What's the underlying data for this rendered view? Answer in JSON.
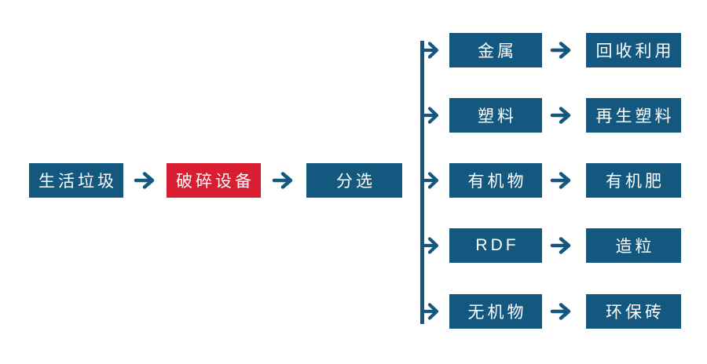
{
  "diagram": {
    "title_semantic": "household-waste-processing-flowchart",
    "colors": {
      "blue": "#14587F",
      "red": "#D81E30",
      "text": "#FFFFFF",
      "background": "#FFFFFF"
    },
    "main_flow": [
      {
        "label": "生活垃圾",
        "color": "blue"
      },
      {
        "label": "破碎设备",
        "color": "red"
      },
      {
        "label": "分选",
        "color": "blue"
      }
    ],
    "branches": [
      {
        "category": "金属",
        "result": "回收利用"
      },
      {
        "category": "塑料",
        "result": "再生塑料"
      },
      {
        "category": "有机物",
        "result": "有机肥"
      },
      {
        "category": "RDF",
        "result": "造粒"
      },
      {
        "category": "无机物",
        "result": "环保砖"
      }
    ]
  }
}
